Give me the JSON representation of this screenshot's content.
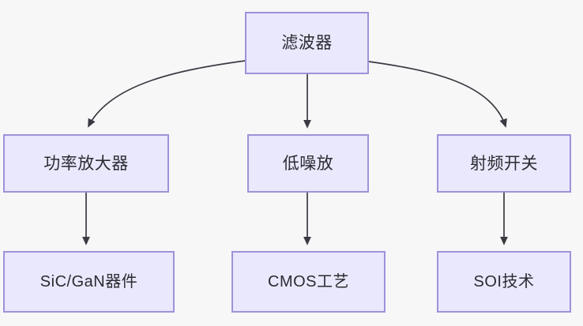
{
  "diagram": {
    "type": "flowchart",
    "direction": "top-down",
    "background_color": "#f7f7f8",
    "node_fill_color": "#e9e8fc",
    "node_border_color": "#9e92d8",
    "edge_color": "#3a3a42",
    "text_color": "#2b2b33",
    "nodes": [
      {
        "id": "filter",
        "label": "滤波器",
        "level": 0,
        "column": "center"
      },
      {
        "id": "pa",
        "label": "功率放大器",
        "level": 1,
        "column": "left"
      },
      {
        "id": "lna",
        "label": "低噪放",
        "level": 1,
        "column": "center"
      },
      {
        "id": "rfsw",
        "label": "射频开关",
        "level": 1,
        "column": "right"
      },
      {
        "id": "sicgan",
        "label": "SiC/GaN器件",
        "level": 2,
        "column": "left"
      },
      {
        "id": "cmos",
        "label": "CMOS工艺",
        "level": 2,
        "column": "center"
      },
      {
        "id": "soi",
        "label": "SOI技术",
        "level": 2,
        "column": "right"
      }
    ],
    "edges": [
      {
        "from": "filter",
        "to": "pa",
        "style": "curved",
        "arrow": "triangle"
      },
      {
        "from": "filter",
        "to": "lna",
        "style": "straight",
        "arrow": "triangle"
      },
      {
        "from": "filter",
        "to": "rfsw",
        "style": "curved",
        "arrow": "triangle"
      },
      {
        "from": "pa",
        "to": "sicgan",
        "style": "straight",
        "arrow": "triangle"
      },
      {
        "from": "lna",
        "to": "cmos",
        "style": "straight",
        "arrow": "triangle"
      },
      {
        "from": "rfsw",
        "to": "soi",
        "style": "straight",
        "arrow": "triangle"
      }
    ]
  }
}
